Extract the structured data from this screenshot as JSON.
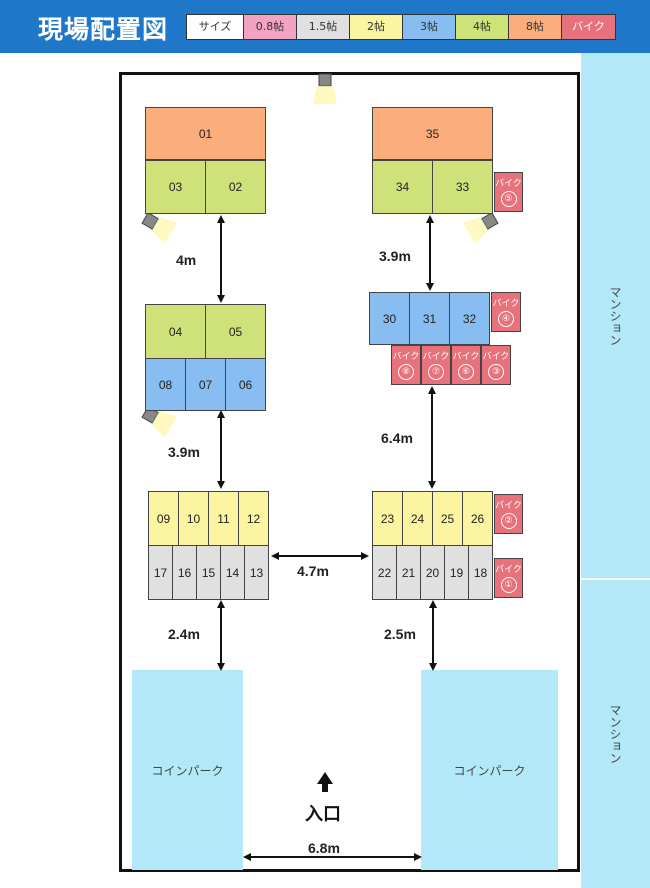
{
  "title": "現場配置図",
  "legend": [
    {
      "label": "サイズ",
      "color": "#ffffff"
    },
    {
      "label": "0.8帖",
      "color": "#f3a2c2"
    },
    {
      "label": "1.5帖",
      "color": "#e0e0e0"
    },
    {
      "label": "2帖",
      "color": "#fbf5a1"
    },
    {
      "label": "3帖",
      "color": "#87bdf0"
    },
    {
      "label": "4帖",
      "color": "#cfe27a"
    },
    {
      "label": "8帖",
      "color": "#fbae7b"
    },
    {
      "label": "バイク",
      "color": "#e8727b"
    }
  ],
  "units": {
    "u01": "01",
    "u02": "02",
    "u03": "03",
    "u04": "04",
    "u05": "05",
    "u06": "06",
    "u07": "07",
    "u08": "08",
    "u09": "09",
    "u10": "10",
    "u11": "11",
    "u12": "12",
    "u13": "13",
    "u14": "14",
    "u15": "15",
    "u16": "16",
    "u17": "17",
    "u18": "18",
    "u19": "19",
    "u20": "20",
    "u21": "21",
    "u22": "22",
    "u23": "23",
    "u24": "24",
    "u25": "25",
    "u26": "26",
    "u30": "30",
    "u31": "31",
    "u32": "32",
    "u33": "33",
    "u34": "34",
    "u35": "35"
  },
  "bikes": {
    "label": "バイク",
    "b1": "①",
    "b2": "②",
    "b3": "③",
    "b4": "④",
    "b5": "⑤",
    "b6": "⑥",
    "b7": "⑦",
    "b8": "⑧"
  },
  "distances": {
    "d1": "4m",
    "d2": "3.9m",
    "d3": "3.9m",
    "d4": "6.4m",
    "d5": "4.7m",
    "d6": "2.4m",
    "d7": "2.5m",
    "d8": "6.8m"
  },
  "coin_park_left": "コインパーク",
  "coin_park_right": "コインパーク",
  "mansion_top": "マンション",
  "mansion_bottom": "マンション",
  "entrance": "入口"
}
